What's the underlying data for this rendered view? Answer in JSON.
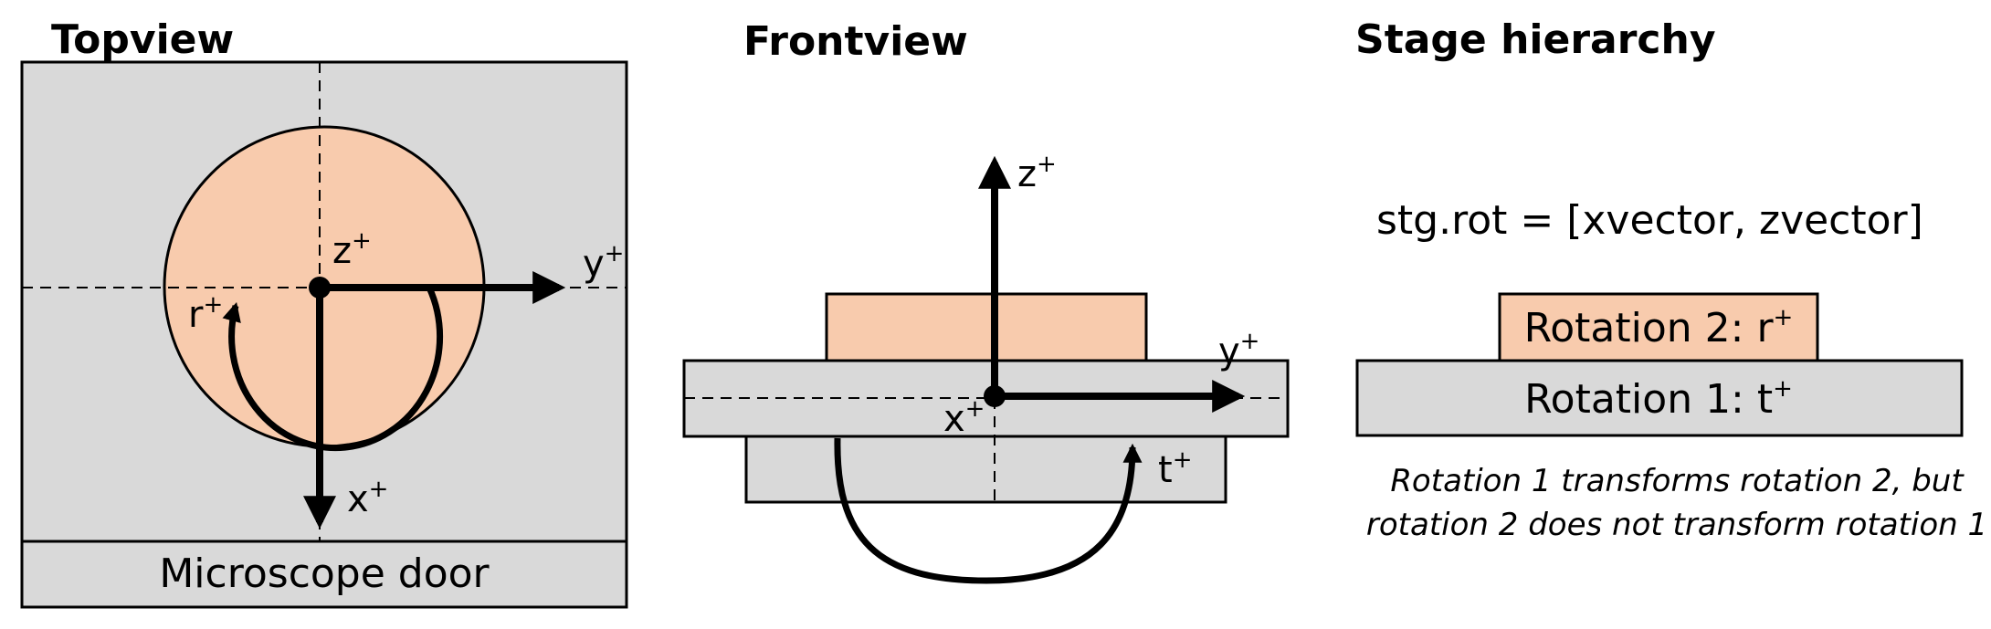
{
  "topview": {
    "title": "Topview",
    "door_label": "Microscope door",
    "axis_z": "z",
    "axis_y": "y",
    "axis_x": "x",
    "axis_r": "r",
    "plus": "+"
  },
  "frontview": {
    "title": "Frontview",
    "axis_z": "z",
    "axis_y": "y",
    "axis_x": "x",
    "axis_t": "t",
    "plus": "+"
  },
  "hierarchy": {
    "title": "Stage hierarchy",
    "formula": "stg.rot = [xvector, zvector]",
    "rotation2_label": "Rotation 2: r",
    "rotation1_label": "Rotation 1: t",
    "plus": "+",
    "note_line1": "Rotation 1 transforms rotation 2, but",
    "note_line2": "rotation 2 does not transform rotation 1"
  },
  "colors": {
    "stage_gray": "#d9d9d9",
    "rotation_peach": "#f8cbad",
    "line": "#000000"
  }
}
